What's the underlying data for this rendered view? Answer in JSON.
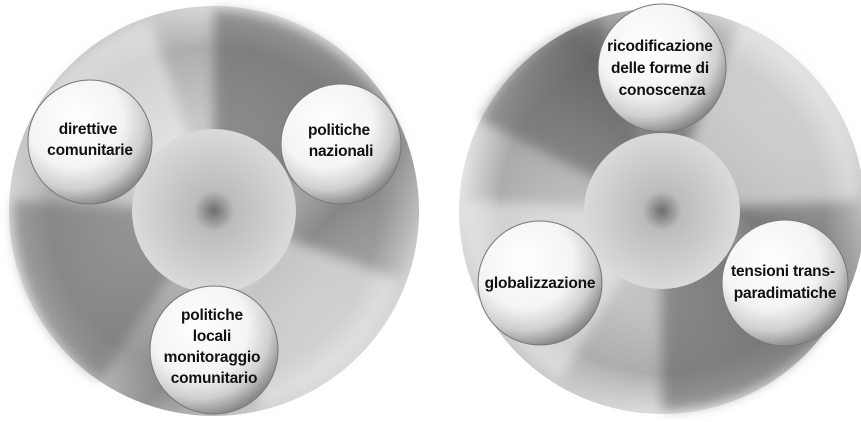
{
  "diagrams": [
    {
      "nodes": [
        {
          "lines": [
            "direttive",
            "comunitarie"
          ]
        },
        {
          "lines": [
            "politiche",
            "nazionali"
          ]
        },
        {
          "lines": [
            "politiche",
            "locali",
            "monitoraggio",
            "comunitario"
          ]
        }
      ]
    },
    {
      "nodes": [
        {
          "lines": [
            "ricodificazione",
            "delle forme di",
            "conoscenza"
          ]
        },
        {
          "lines": [
            "globalizzazione"
          ]
        },
        {
          "lines": [
            "tensioni trans-",
            "paradimatiche"
          ]
        }
      ]
    }
  ]
}
